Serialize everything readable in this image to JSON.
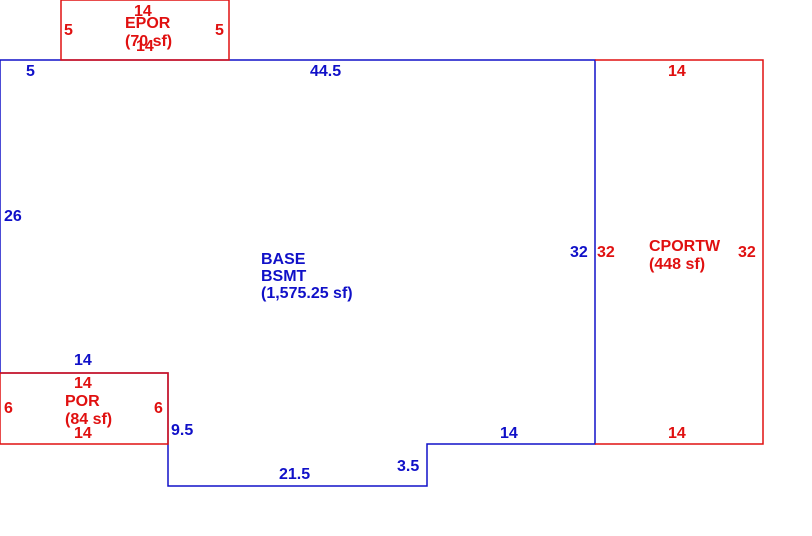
{
  "colors": {
    "base": "#1010c8",
    "addition": "#e01010"
  },
  "areas": {
    "base": {
      "name1": "BASE",
      "name2": "BSMT",
      "area": "(1,575.25 sf)"
    },
    "epor": {
      "name": "EPOR",
      "area": "(70 sf)"
    },
    "por": {
      "name": "POR",
      "area": "(84 sf)"
    },
    "cportw": {
      "name": "CPORTW",
      "area": "(448 sf)"
    }
  },
  "dimensions": {
    "base": {
      "top_left": "5",
      "top": "44.5",
      "left": "26",
      "right": "32",
      "notch_top": "14",
      "step_right": "9.5",
      "bottom": "21.5",
      "step_mid": "3.5",
      "bottom_right": "14"
    },
    "epor": {
      "top": "14",
      "bottom": "14",
      "left": "5",
      "right": "5"
    },
    "por": {
      "top": "14",
      "bottom": "14",
      "left": "6",
      "right": "6"
    },
    "cportw": {
      "top": "14",
      "bottom": "14",
      "left": "32",
      "right": "32"
    }
  }
}
